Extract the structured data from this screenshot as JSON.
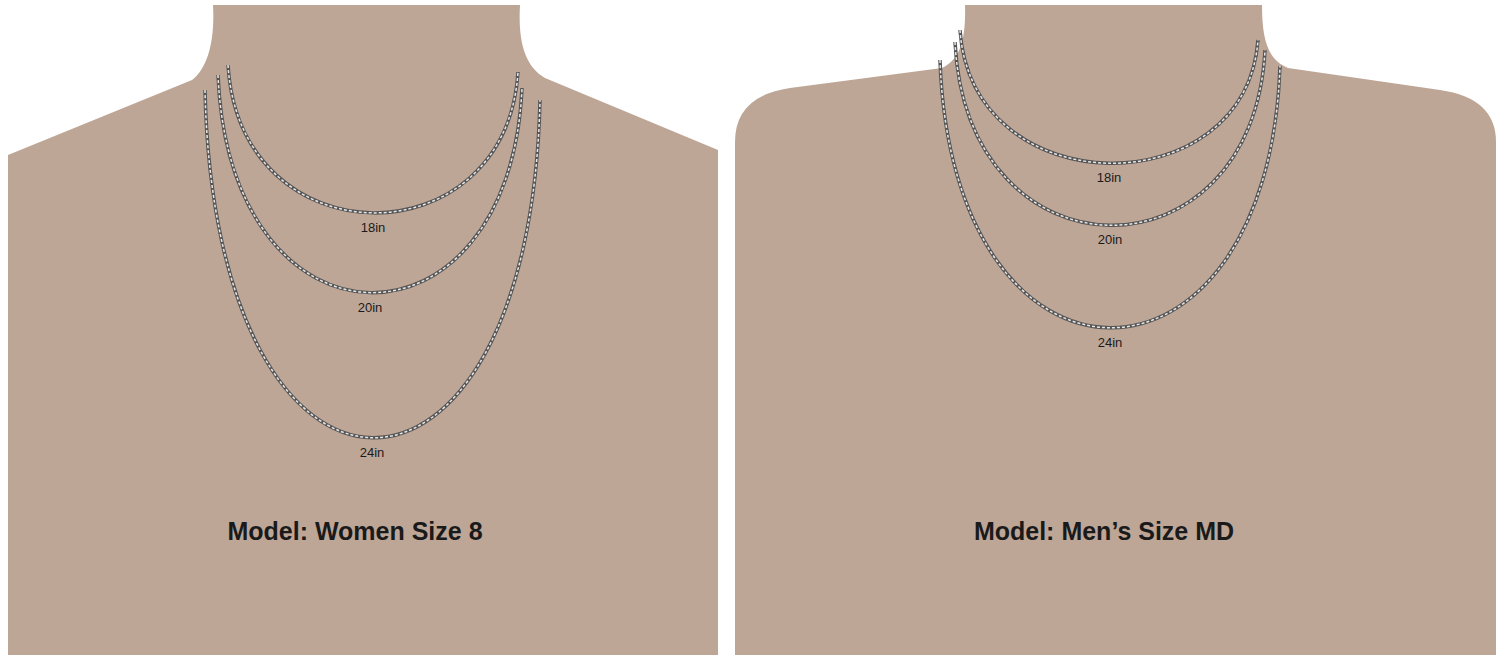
{
  "diagram": {
    "nodes": [
      {
        "text": [
          "18in",
          "20in",
          "24in",
          "Model: Women Size 8"
        ]
      },
      {
        "text": [
          "18in",
          "20in",
          "24in",
          "Model: Men’s Size MD"
        ]
      }
    ]
  }
}
